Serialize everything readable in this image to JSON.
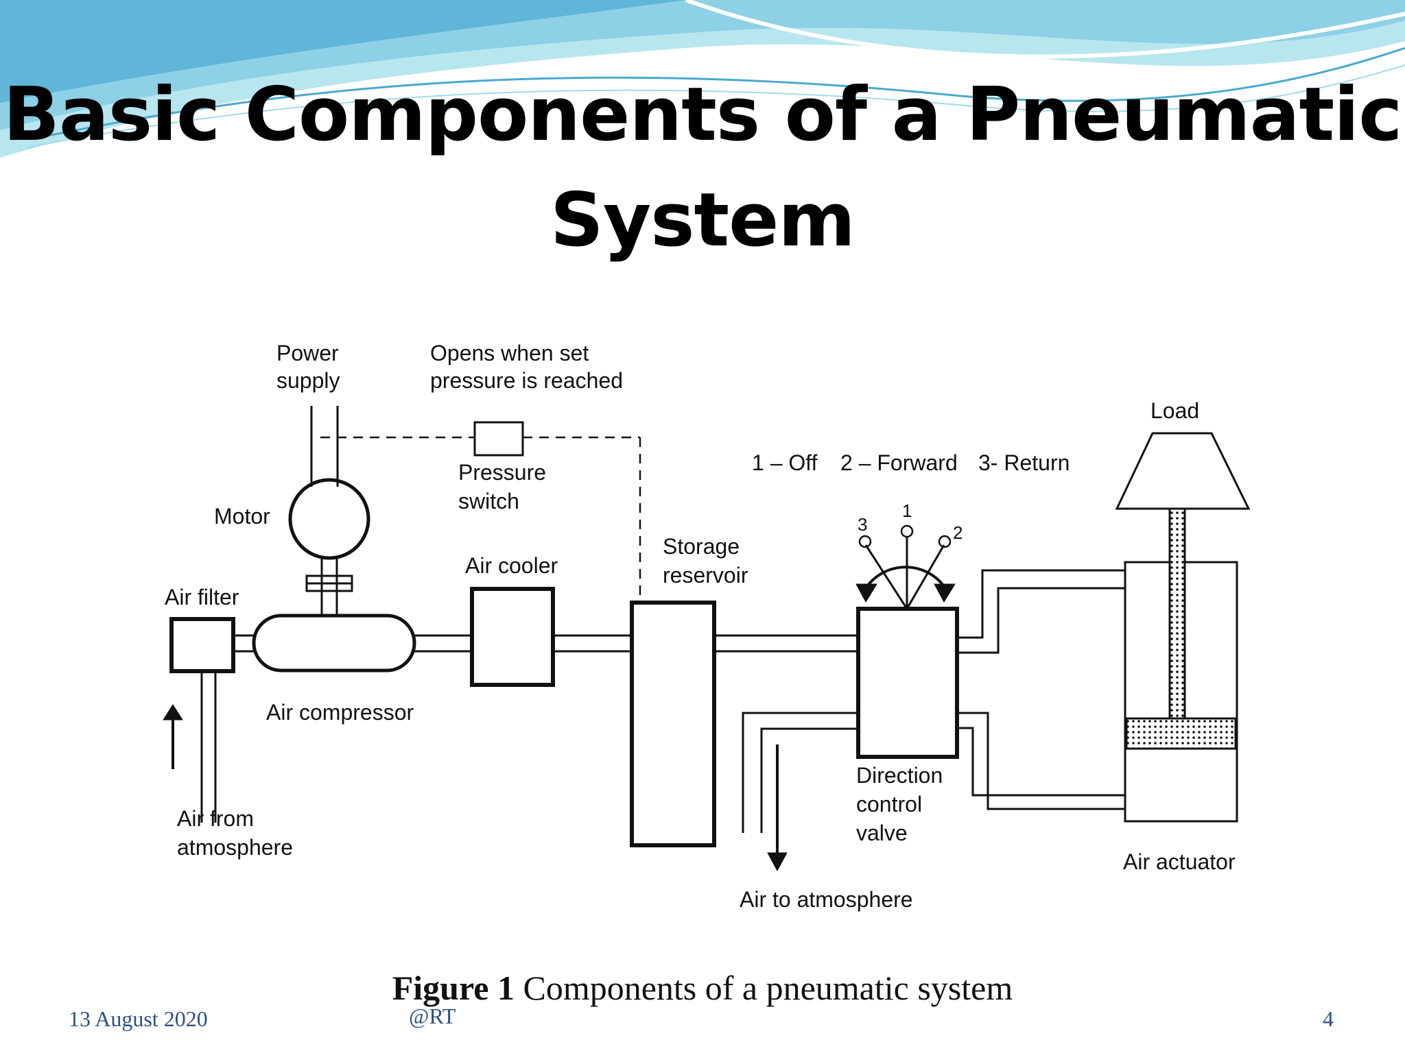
{
  "slide": {
    "title_line1": "Basic Components of a Pneumatic",
    "title_line2": "System",
    "caption_bold": "Figure 1",
    "caption_text": " Components of a pneumatic system",
    "footer_date": "13 August 2020",
    "footer_author": "@RT",
    "page_number": "4"
  },
  "diagram": {
    "labels": {
      "power_supply": [
        "Power",
        "supply"
      ],
      "pressure_note": [
        "Opens when set",
        "pressure is reached"
      ],
      "pressure_switch": [
        "Pressure",
        "switch"
      ],
      "motor": "Motor",
      "air_filter": "Air filter",
      "air_compressor": "Air compressor",
      "air_from_atmosphere": [
        "Air from",
        "atmosphere"
      ],
      "air_cooler": "Air cooler",
      "storage_reservoir": [
        "Storage",
        "reservoir"
      ],
      "valve_modes": [
        "1 – Off",
        "2 – Forward",
        "3- Return"
      ],
      "valve_positions": [
        "1",
        "2",
        "3"
      ],
      "direction_control_valve": [
        "Direction",
        "control",
        "valve"
      ],
      "air_to_atmosphere": "Air to atmosphere",
      "load": "Load",
      "air_actuator": "Air actuator"
    }
  },
  "colors": {
    "wave_light": "#b7e6ef",
    "wave_mid": "#7cc7e0",
    "wave_dark": "#4aa9cf",
    "footer": "#2e4f86",
    "ink": "#111111"
  }
}
